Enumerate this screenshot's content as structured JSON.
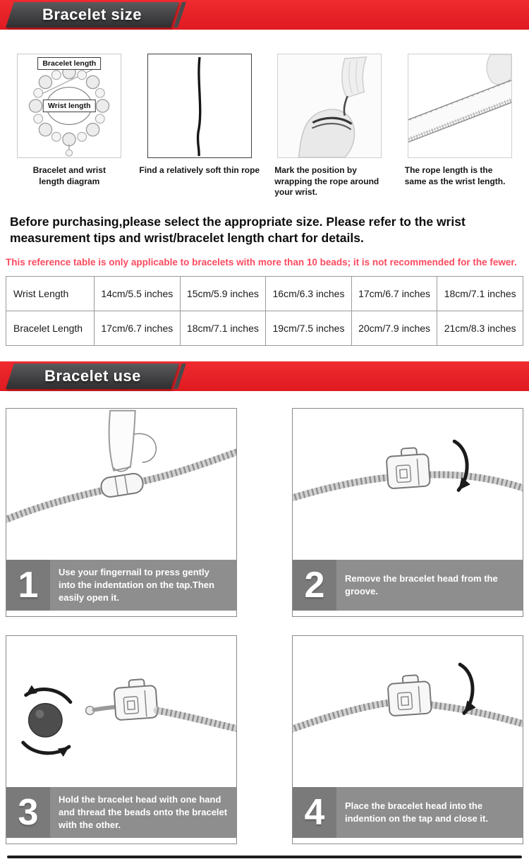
{
  "size": {
    "banner_title": "Bracelet size",
    "diagram": {
      "bracelet_length_label": "Bracelet length",
      "wrist_length_label": "Wrist length"
    },
    "steps": [
      {
        "caption": "Bracelet and wrist length diagram"
      },
      {
        "caption": "Find a relatively soft thin rope"
      },
      {
        "caption": "Mark the position by wrapping the rope around your wrist."
      },
      {
        "caption": "The rope length is the same as the wrist length."
      }
    ],
    "intro": "Before purchasing,please select the appropriate size. Please refer to the wrist measurement tips and wrist/bracelet length chart for details.",
    "note": "This reference table is only applicable to bracelets with more than 10 beads; it is not recommended for the fewer.",
    "table": {
      "rows": [
        {
          "header": "Wrist Length",
          "cells": [
            "14cm/5.5 inches",
            "15cm/5.9 inches",
            "16cm/6.3 inches",
            "17cm/6.7 inches",
            "18cm/7.1 inches"
          ]
        },
        {
          "header": "Bracelet Length",
          "cells": [
            "17cm/6.7 inches",
            "18cm/7.1 inches",
            "19cm/7.5 inches",
            "20cm/7.9 inches",
            "21cm/8.3 inches"
          ]
        }
      ]
    }
  },
  "use": {
    "banner_title": "Bracelet use",
    "steps": [
      {
        "number": "1",
        "text": "Use your fingernail to press gently into the indentation on the tap.Then easily open it."
      },
      {
        "number": "2",
        "text": "Remove the bracelet head from the groove."
      },
      {
        "number": "3",
        "text": "Hold the bracelet head with one hand and thread the beads onto the bracelet with the other."
      },
      {
        "number": "4",
        "text": "Place the bracelet head into the indention on the tap and close it."
      }
    ]
  }
}
